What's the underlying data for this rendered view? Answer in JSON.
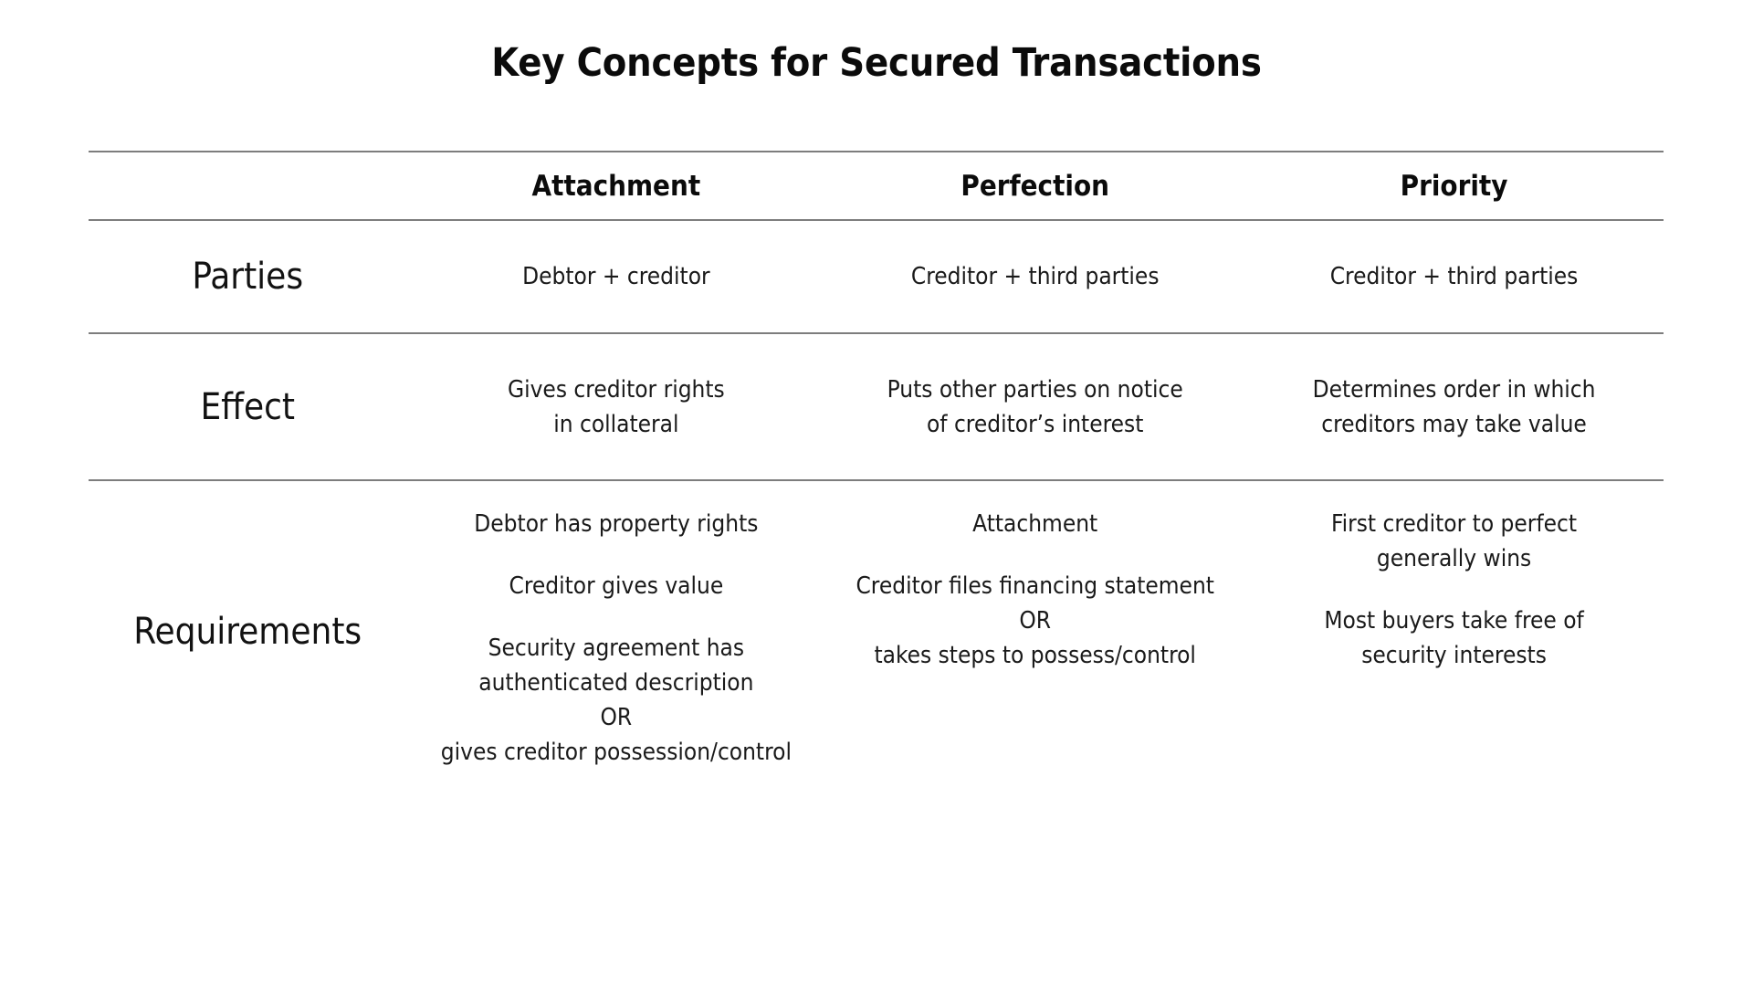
{
  "document": {
    "title": "Key Concepts for Secured Transactions",
    "background_color": "#ffffff",
    "rule_color": "#7d7d7d",
    "text_color": "#0d0d0d"
  },
  "chart_data": {
    "type": "table",
    "title": "Key Concepts for Secured Transactions",
    "columns": [
      "",
      "Attachment",
      "Perfection",
      "Priority"
    ],
    "rows": [
      {
        "label": "Parties",
        "cells": [
          "Debtor + creditor",
          "Creditor + third parties",
          "Creditor + third parties"
        ]
      },
      {
        "label": "Effect",
        "cells": [
          "Gives creditor rights\nin collateral",
          "Puts other parties on notice\nof creditor’s interest",
          "Determines order in which\ncreditors may take value"
        ]
      },
      {
        "label": "Requirements",
        "cells": [
          "Debtor has property rights\n\nCreditor gives value\n\nSecurity agreement has\nauthenticated description\nOR\ngives creditor possession/control",
          "Attachment\n\nCreditor files financing statement\nOR\ntakes steps to possess/control",
          "First creditor to perfect\ngenerally wins\n\nMost buyers take free of\nsecurity interests"
        ]
      }
    ]
  },
  "table": {
    "headers": {
      "col0": "",
      "col1": "Attachment",
      "col2": "Perfection",
      "col3": "Priority"
    },
    "parties": {
      "label": "Parties",
      "attachment": "Debtor + creditor",
      "perfection": "Creditor + third parties",
      "priority": "Creditor + third parties"
    },
    "effect": {
      "label": "Effect",
      "attachment": "Gives creditor rights\nin collateral",
      "perfection": "Puts other parties on notice\nof creditor’s interest",
      "priority": "Determines order in which\ncreditors may take value"
    },
    "requirements": {
      "label": "Requirements",
      "attachment_p1": "Debtor has property rights",
      "attachment_p2": "Creditor gives value",
      "attachment_p3": "Security agreement has\nauthenticated description\nOR\ngives creditor possession/control",
      "perfection_p1": "Attachment",
      "perfection_p2": "Creditor files financing statement\nOR\ntakes steps to possess/control",
      "priority_p1": "First creditor to perfect\ngenerally wins",
      "priority_p2": "Most buyers take free of\nsecurity interests"
    }
  }
}
